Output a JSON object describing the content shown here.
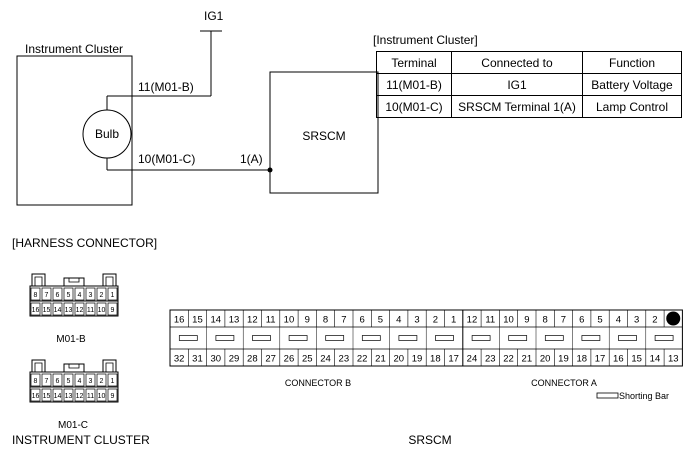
{
  "wiring": {
    "ig1_label": "IG1",
    "cluster_label": "Instrument Cluster",
    "bulb_label": "Bulb",
    "srscm_label": "SRSCM",
    "wire_top_label": "11(M01-B)",
    "wire_bottom_label": "10(M01-C)",
    "srscm_pin_label": "1(A)"
  },
  "table": {
    "title": "[Instrument Cluster]",
    "headers": [
      "Terminal",
      "Connected to",
      "Function"
    ],
    "rows": [
      [
        "11(M01-B)",
        "IG1",
        "Battery Voltage"
      ],
      [
        "10(M01-C)",
        "SRSCM Terminal 1(A)",
        "Lamp Control"
      ]
    ]
  },
  "harness": {
    "heading": "[HARNESS CONNECTOR]",
    "m01b": {
      "label": "M01-B",
      "top_row": [
        "8",
        "7",
        "6",
        "5",
        "4",
        "3",
        "2",
        "1"
      ],
      "bottom_row": [
        "16",
        "15",
        "14",
        "13",
        "12",
        "11",
        "10",
        "9"
      ]
    },
    "m01c": {
      "label": "M01-C",
      "top_row": [
        "8",
        "7",
        "6",
        "5",
        "4",
        "3",
        "2",
        "1"
      ],
      "bottom_row": [
        "16",
        "15",
        "14",
        "13",
        "12",
        "11",
        "10",
        "9"
      ]
    },
    "cluster_caption": "INSTRUMENT CLUSTER"
  },
  "srscm_connector": {
    "connector_b": {
      "label": "CONNECTOR B",
      "top_row": [
        "16",
        "15",
        "14",
        "13",
        "12",
        "11",
        "10",
        "9",
        "8",
        "7",
        "6",
        "5",
        "4",
        "3",
        "2",
        "1"
      ],
      "bottom_row": [
        "32",
        "31",
        "30",
        "29",
        "28",
        "27",
        "26",
        "25",
        "24",
        "23",
        "22",
        "21",
        "20",
        "19",
        "18",
        "17"
      ]
    },
    "connector_a": {
      "label": "CONNECTOR A",
      "top_row": [
        "12",
        "11",
        "10",
        "9",
        "8",
        "7",
        "6",
        "5",
        "4",
        "3",
        "2"
      ],
      "bottom_row": [
        "24",
        "23",
        "22",
        "21",
        "20",
        "19",
        "18",
        "17",
        "16",
        "15",
        "14",
        "13"
      ]
    },
    "shorting_bar_label": "Shorting Bar",
    "caption": "SRSCM"
  }
}
